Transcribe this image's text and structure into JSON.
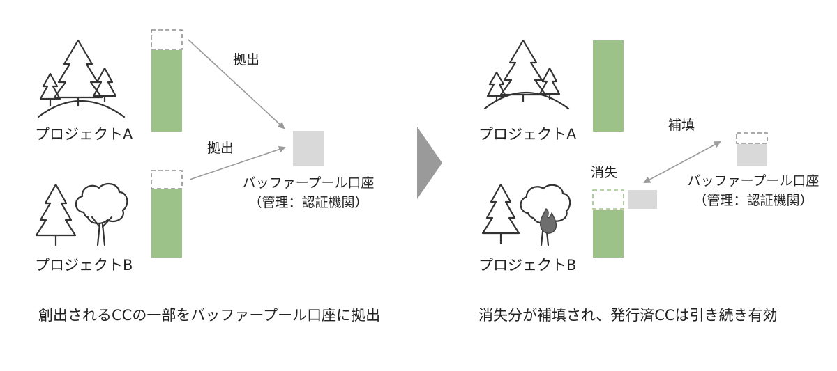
{
  "left_panel": {
    "project_a_label": "プロジェクトA",
    "project_b_label": "プロジェクトB",
    "arrow_label_top": "拠出",
    "arrow_label_bottom": "拠出",
    "pool_name": "バッファープール口座",
    "pool_admin": "（管理：認証機関）",
    "caption": "創出されるCCの一部をバッファープール口座に拠出"
  },
  "right_panel": {
    "project_a_label": "プロジェクトA",
    "project_b_label": "プロジェクトB",
    "loss_label": "消失",
    "replenish_label": "補填",
    "pool_name": "バッファープール口座",
    "pool_admin": "（管理：認証機関）",
    "caption": "消失分が補填され、発行済CCは引き続き有効"
  },
  "icons": [
    "conifer-forest-hill-icon",
    "conifer-tree-icon",
    "broadleaf-tree-icon",
    "burning-tree-icon",
    "chevron-right-icon"
  ],
  "colors": {
    "credit_bar": "#9dc289",
    "buffer_pool": "#d9d9d9",
    "dashed_outline": "#8f8f8f",
    "arrow": "#9a9a9a",
    "chevron": "#9a9a9a",
    "text": "#222222"
  }
}
